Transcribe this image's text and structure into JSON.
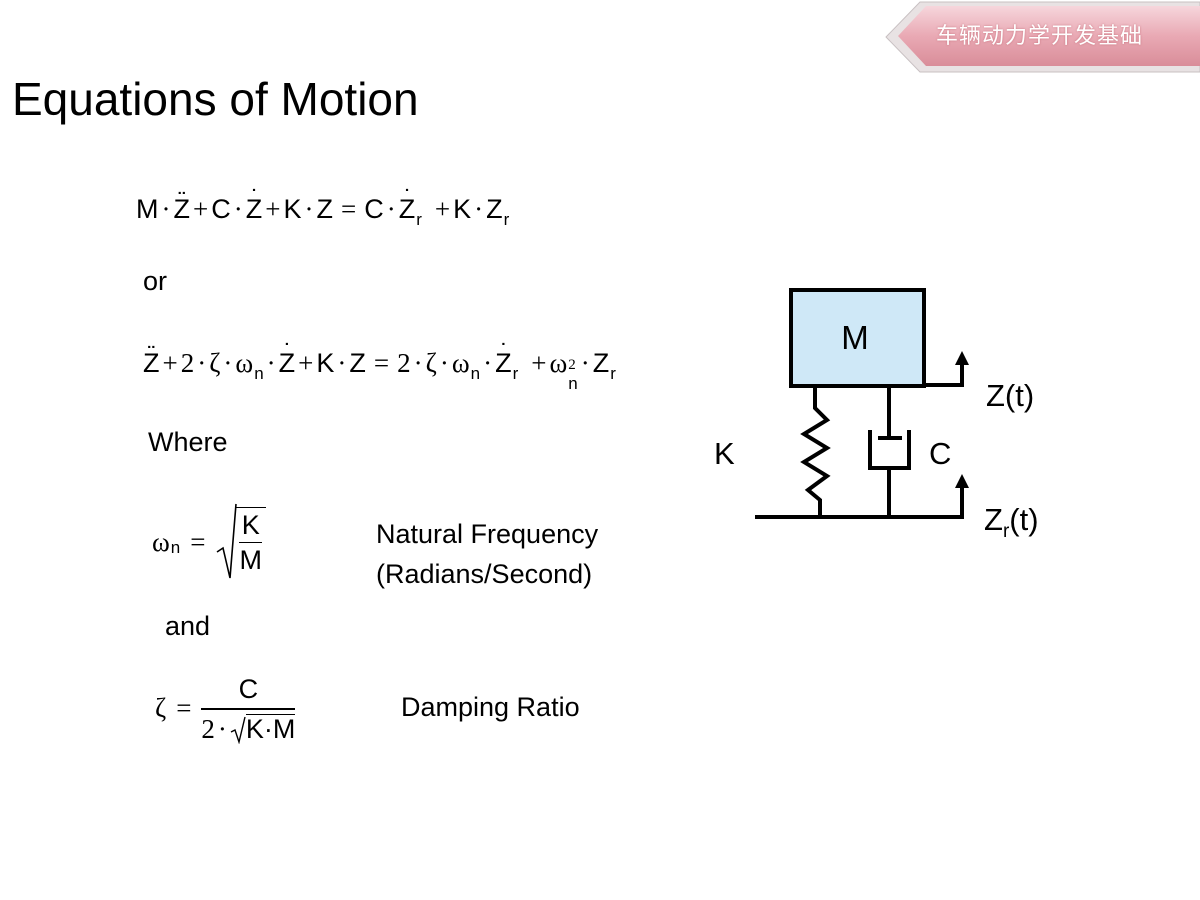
{
  "banner": {
    "text": "车辆动力学开发基础"
  },
  "title": "Equations of Motion",
  "equation1": {
    "terms": [
      "M",
      "Z",
      "C",
      "Z",
      "K",
      "Z",
      "C",
      "Z",
      "r",
      "K",
      "Z",
      "r"
    ]
  },
  "or_label": "or",
  "equation2": {
    "terms": [
      "Z",
      "2",
      "ζ",
      "ω",
      "n",
      "Z",
      "K",
      "Z",
      "2",
      "ζ",
      "ω",
      "n",
      "Z",
      "r",
      "ω",
      "2",
      "n",
      "Z",
      "r"
    ]
  },
  "where_label": "Where",
  "omega_formula": {
    "lhs": "ω",
    "lhs_sub": "n",
    "num": "K",
    "den": "M"
  },
  "natural_frequency": {
    "line1": "Natural Frequency",
    "line2": "(Radians/Second)"
  },
  "and_label": "and",
  "zeta_formula": {
    "lhs": "ζ",
    "num": "C",
    "den_coef": "2",
    "den_rad": "K·M"
  },
  "damping_ratio": "Damping Ratio",
  "diagram": {
    "mass_label": "M",
    "spring_label": "K",
    "damper_label": "C",
    "body_motion_label": "Z(t)",
    "road_motion_label": "Z",
    "road_motion_sub": "r",
    "road_motion_tail": "(t)",
    "mass_fill": "#cfe8f7"
  }
}
